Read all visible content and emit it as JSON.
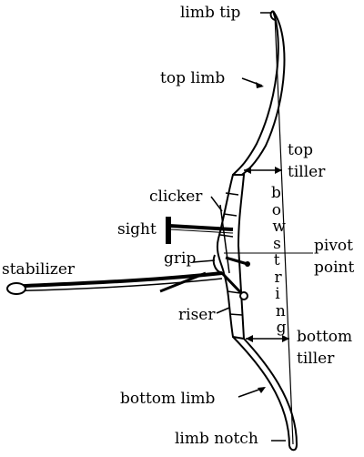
{
  "labels": {
    "limb_tip": "limb tip",
    "top_limb": "top limb",
    "top_tiller_1": "top",
    "top_tiller_2": "tiller",
    "clicker": "clicker",
    "sight": "sight",
    "pivot_1": "pivot",
    "pivot_2": "point",
    "grip": "grip",
    "stabilizer": "stabilizer",
    "riser": "riser",
    "bottom_tiller_1": "bottom",
    "bottom_tiller_2": "tiller",
    "bottom_limb": "bottom limb",
    "limb_notch": "limb notch"
  },
  "bowstring_letters": [
    "b",
    "o",
    "w",
    "s",
    "t",
    "r",
    "i",
    "n",
    "g"
  ],
  "colors": {
    "ink": "#000000",
    "background": "#ffffff"
  }
}
